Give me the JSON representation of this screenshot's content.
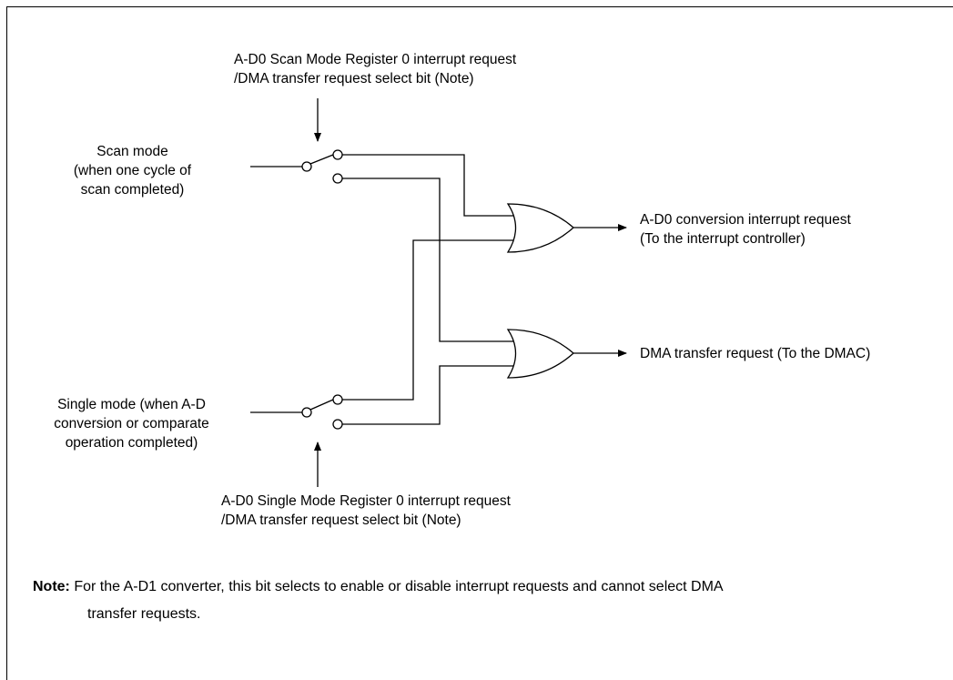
{
  "labels": {
    "scan_select_bit": "A-D0 Scan Mode Register 0 interrupt request\n/DMA transfer request select bit (Note)",
    "scan_mode": "Scan mode\n(when one cycle of\nscan completed)",
    "single_mode": "Single mode (when A-D\nconversion or comparate\noperation completed)",
    "single_select_bit": "A-D0 Single Mode Register 0 interrupt request\n/DMA transfer request select bit (Note)",
    "conversion_interrupt": "A-D0 conversion interrupt request\n(To the interrupt controller)",
    "dma_request": "DMA transfer request (To the DMAC)"
  },
  "note": {
    "key": "Note:",
    "text": "For the A-D1 converter, this bit selects to enable or disable interrupt requests and cannot select DMA",
    "continuation": "transfer requests."
  }
}
